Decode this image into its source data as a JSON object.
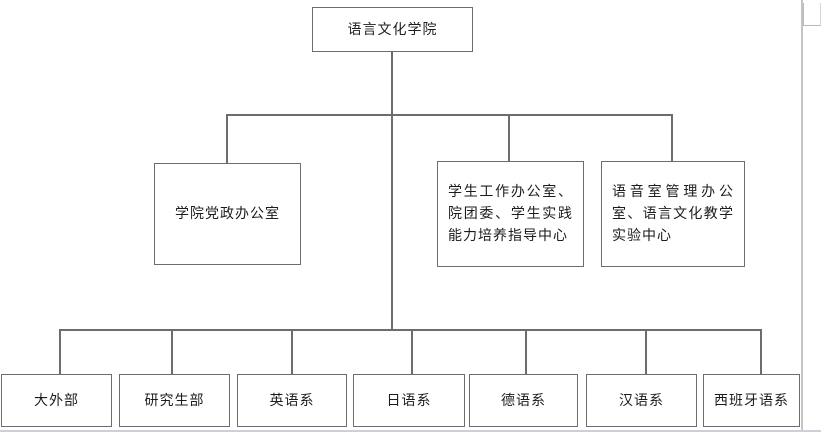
{
  "diagram": {
    "root": {
      "label": "语言文化学院"
    },
    "level2": [
      {
        "label": "学院党政办公室"
      },
      {
        "label": "学生工作办公室、院团委、学生实践能力培养指导中心"
      },
      {
        "label": "语音室管理办公室、语言文化教学实验中心"
      }
    ],
    "level3": [
      {
        "label": "大外部"
      },
      {
        "label": "研究生部"
      },
      {
        "label": "英语系"
      },
      {
        "label": "日语系"
      },
      {
        "label": "德语系"
      },
      {
        "label": "汉语系"
      },
      {
        "label": "西班牙语系"
      }
    ]
  },
  "colors": {
    "box_border": "#6d6d6d",
    "connector": "#6d6d6d",
    "text": "#1c1c1c",
    "scrollbar_edge": "#c4c4c4",
    "page_bottom_edge": "#ccd1d7"
  }
}
